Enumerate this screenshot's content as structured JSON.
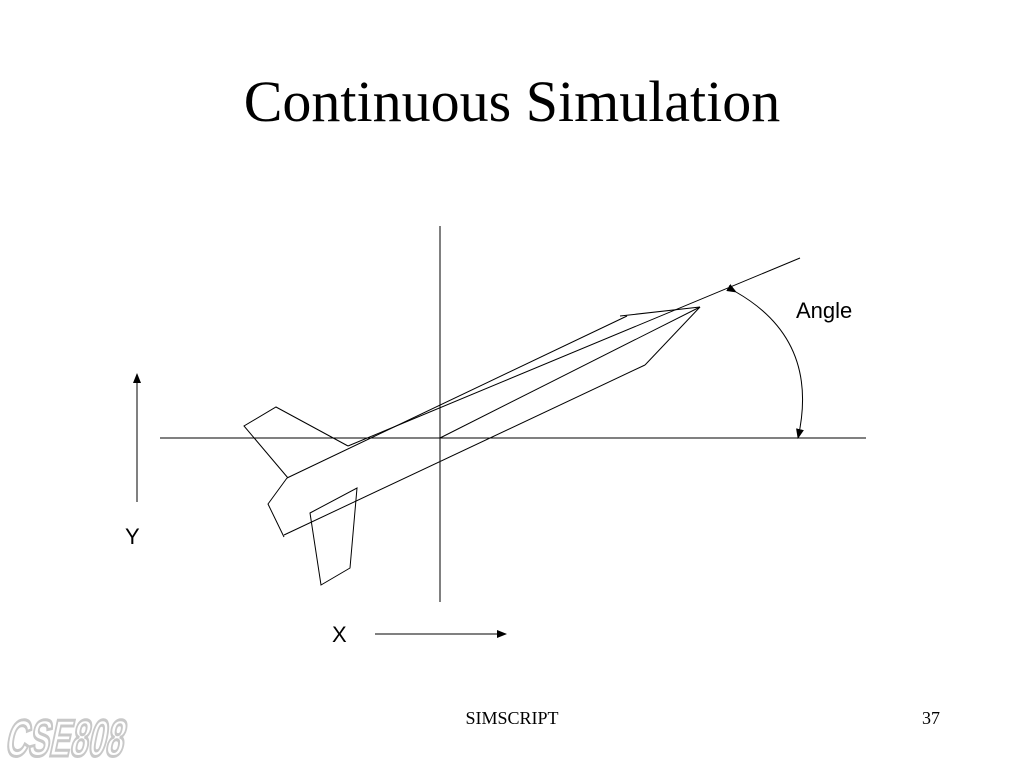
{
  "slide": {
    "title": "Continuous Simulation",
    "footer_text": "SIMSCRIPT",
    "slide_number": "37",
    "logo_text": "CSE808"
  },
  "diagram": {
    "angle_label": "Angle",
    "y_label": "Y",
    "x_label": "X"
  },
  "colors": {
    "stroke": "#000000",
    "logo": "#c8c8c8",
    "background": "#ffffff"
  }
}
